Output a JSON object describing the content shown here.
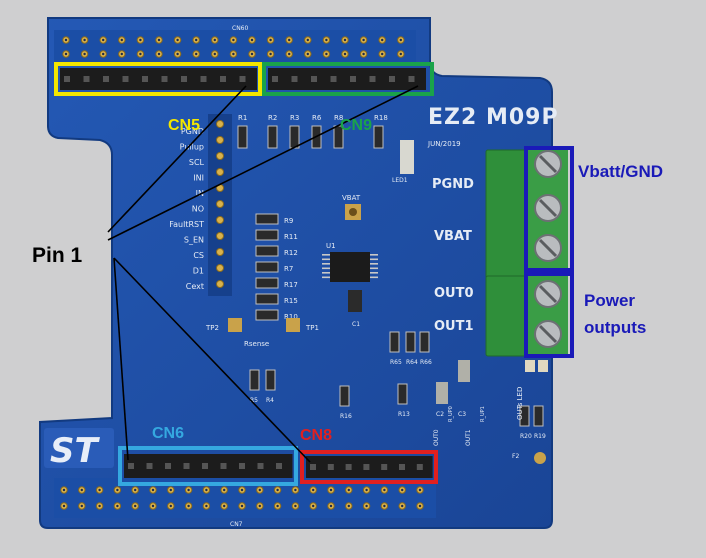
{
  "board": {
    "name": "EZ2 M09P",
    "date": "JUN/2019",
    "logo": "ST",
    "connectors": {
      "cn60": "CN60",
      "cn7": "CN7"
    },
    "pin_labels": [
      "PGND",
      "Pullup",
      "SCL",
      "INI",
      "IN",
      "NO",
      "FaultRST",
      "S_EN",
      "CS",
      "D1",
      "Cext"
    ],
    "resistors": [
      "R9",
      "R11",
      "R12",
      "R7",
      "R17",
      "R15",
      "R10",
      "R1",
      "R2",
      "R3",
      "R6",
      "R8",
      "R18",
      "R5",
      "R4",
      "R16",
      "R13",
      "R64",
      "R65",
      "R66",
      "R20",
      "R19"
    ],
    "terminal_labels": [
      "PGND",
      "VBAT",
      "OUT0",
      "OUT1"
    ],
    "parts": {
      "u1": "U1",
      "c1": "C1",
      "c2": "C2",
      "c3": "C3",
      "vbat_tp": "VBAT",
      "led1": "LED1",
      "tp1": "TP1",
      "tp2": "TP2",
      "rsense": "Rsense",
      "outs_led": "OUTs LED",
      "f2": "F2",
      "out0": "OUT0",
      "out1": "OUT1",
      "rupo": "R_UP0",
      "rup1": "R_UP1"
    }
  },
  "annotations": {
    "cn5": {
      "label": "CN5",
      "color": "#f3e600"
    },
    "cn9": {
      "label": "CN9",
      "color": "#1aa34a"
    },
    "cn6": {
      "label": "CN6",
      "color": "#35a8e0"
    },
    "cn8": {
      "label": "CN8",
      "color": "#e02020"
    },
    "pin1": {
      "label": "Pin 1",
      "color": "#000000"
    },
    "vbatt": {
      "label": "Vbatt/GND",
      "color": "#1a1ab8"
    },
    "power": {
      "label_line1": "Power",
      "label_line2": "outputs",
      "color": "#1a1ab8"
    }
  },
  "colors": {
    "pcb": "#1d4fa8",
    "pcb_dark": "#163f8a",
    "terminal": "#2f8f3a",
    "background": "#cfcfd0"
  }
}
